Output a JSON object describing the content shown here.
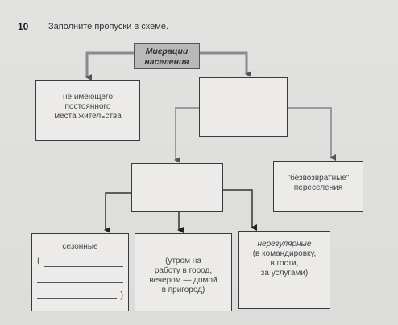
{
  "task": {
    "number": "10",
    "instruction": "Заполните пропуски в схеме."
  },
  "diagram": {
    "root": {
      "line1": "Миграции",
      "line2": "населения"
    },
    "homeless": {
      "line1": "не имеющего",
      "line2": "постоянного",
      "line3": "места жительства"
    },
    "irreturnable": {
      "line1": "\"безвозвратные\"",
      "line2": "переселения"
    },
    "seasonal": {
      "label": "сезонные",
      "paren_open": "(",
      "paren_close": ")"
    },
    "pendulum": {
      "line1": "(утром на",
      "line2": "работу в город,",
      "line3": "вечером — домой",
      "line4": "в пригород)"
    },
    "irregular": {
      "line1": "нерегулярные",
      "line2": "(в командировку,",
      "line3": "в гости,",
      "line4": "за услугами)"
    }
  },
  "colors": {
    "page": "#dedede",
    "box_border": "#3a3a3a",
    "root_fill": "#b9b9b9",
    "arrow": "#7a7a7a"
  }
}
